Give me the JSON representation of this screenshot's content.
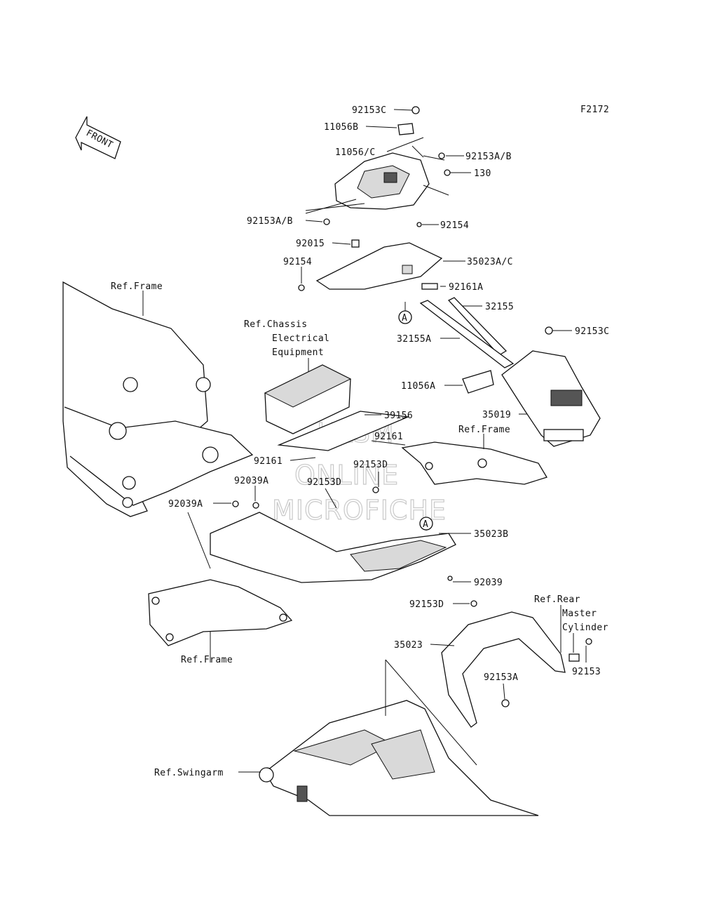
{
  "figure_code": "F2172",
  "front_arrow": "FRONT",
  "watermark": [
    "HLSM",
    "ONLINE",
    "MICROFICHE"
  ],
  "callout_letter": "A",
  "labels": {
    "p92153C_top": "92153C",
    "p11056B": "11056B",
    "p11056C": "11056/C",
    "p92153AB_right": "92153A/B",
    "p130": "130",
    "p92153AB_left": "92153A/B",
    "p92154_top": "92154",
    "p92015": "92015",
    "p35023AC": "35023A/C",
    "p92154_left": "92154",
    "p92161A": "92161A",
    "p32155": "32155",
    "p32155A": "32155A",
    "p92153C_right": "92153C",
    "p11056A": "11056A",
    "p35019": "35019",
    "p39156": "39156",
    "p92161_right": "92161",
    "p92161_left": "92161",
    "p92153D_mid": "92153D",
    "p92039A_mid": "92039A",
    "p92153D_low": "92153D",
    "p92039A_left": "92039A",
    "p35023B": "35023B",
    "p92039": "92039",
    "p92153D_bottom": "92153D",
    "p35023": "35023",
    "p92153A": "92153A",
    "p92153": "92153"
  },
  "references": {
    "frame_top_left": "Ref.Frame",
    "chassis_line1": "Ref.Chassis",
    "chassis_line2": "Electrical",
    "chassis_line3": "Equipment",
    "frame_right": "Ref.Frame",
    "frame_bottom_left": "Ref.Frame",
    "rear_line1": "Ref.Rear",
    "rear_line2": "Master",
    "rear_line3": "Cylinder",
    "swingarm": "Ref.Swingarm"
  }
}
